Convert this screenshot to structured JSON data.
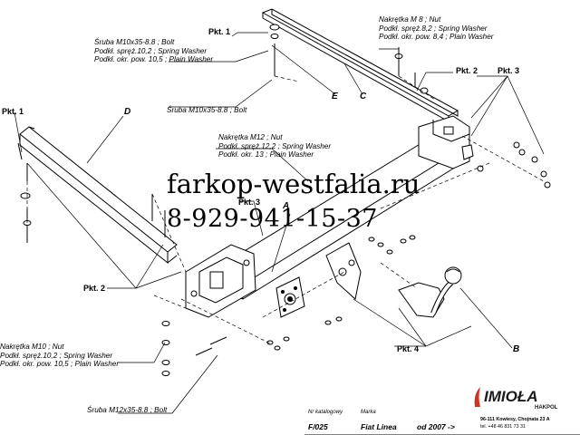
{
  "watermark": {
    "site": "farkop-westfalia.ru",
    "phone": "8-929-941-15-37"
  },
  "labels": {
    "pkt1_top": "Pkt. 1",
    "pkt1_left": "Pkt. 1",
    "pkt2_left": "Pkt. 2",
    "pkt2_right": "Pkt. 2",
    "pkt3_center": "Pkt. 3",
    "pkt3_right": "Pkt. 3",
    "pkt4": "Pkt. 4",
    "bolt_m10_top": [
      "Śruba M10x35-8.8 ;  Bolt",
      "Podkł. spręż.10,2 ; Spring Washer",
      "Podkł. okr. pow. 10,5 ; Plain Washer"
    ],
    "nut_m8": [
      "Nakrętka  M 8 ; Nut",
      "Podkł. spręż.8,2 ; Spring Washer",
      "Podkł. okr. pow. 8,4 ; Plain Washer"
    ],
    "bolt_m10_mid": "Śruba M10x35-8.8 ;  Bolt",
    "nut_m12": [
      "Nakrętka  M12 ; Nut",
      "Podkł. spręż.12,2 ; Spring Washer",
      "Podkł. okr. 13 ; Plain Washer"
    ],
    "nut_m10": [
      "Nakrętka  M10 ; Nut",
      "Podkł. spręż.10,2 ; Spring Washer",
      "Podkł. okr. pow. 10,5 ; Plain Washer"
    ],
    "bolt_m12": "Śruba M12x35-8.8 ;  Bolt",
    "letter_a": "A",
    "letter_b": "B",
    "letter_c": "C",
    "letter_d": "D",
    "letter_e": "E"
  },
  "title_block": {
    "catalog_label": "Nr katalogowy",
    "catalog_value": "F/025",
    "brand_label": "Marka",
    "brand_value": "Fiat Linea",
    "date_value": "od  2007 ->",
    "logo_text": "IMIOŁA",
    "logo_sub": "HAKPOL",
    "address": "96-111 Kowiesy, Chojnata 23 A",
    "phone": "tel. +48 46 831 73 31",
    "logo_color": "#c0392b"
  }
}
